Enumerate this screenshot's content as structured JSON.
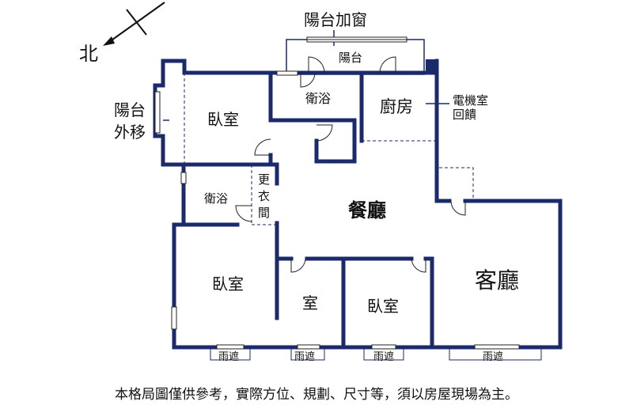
{
  "compass": {
    "north_label": "北"
  },
  "annotations": {
    "balcony_window": "陽台加窗",
    "balcony_moved_1": "陽台",
    "balcony_moved_2": "外移",
    "mech_room_1": "電機室",
    "mech_room_2": "回饋"
  },
  "rooms": {
    "balcony": "陽台",
    "bedroom_top": "臥室",
    "bath_top": "衛浴",
    "kitchen": "廚房",
    "bath_left": "衛浴",
    "closet_1": "更",
    "closet_2": "衣",
    "closet_3": "間",
    "dining": "餐廳",
    "bedroom_left": "臥室",
    "small_room": "室",
    "bedroom_mid": "臥室",
    "living": "客廳"
  },
  "rain_shelters": [
    "雨遮",
    "雨遮",
    "雨遮",
    "雨遮"
  ],
  "disclaimer": "本格局圖僅供參考，實際方位、規劃、尺寸等，須以房屋現場為主。",
  "colors": {
    "wall": "#1b2a6b",
    "text": "#111111"
  }
}
